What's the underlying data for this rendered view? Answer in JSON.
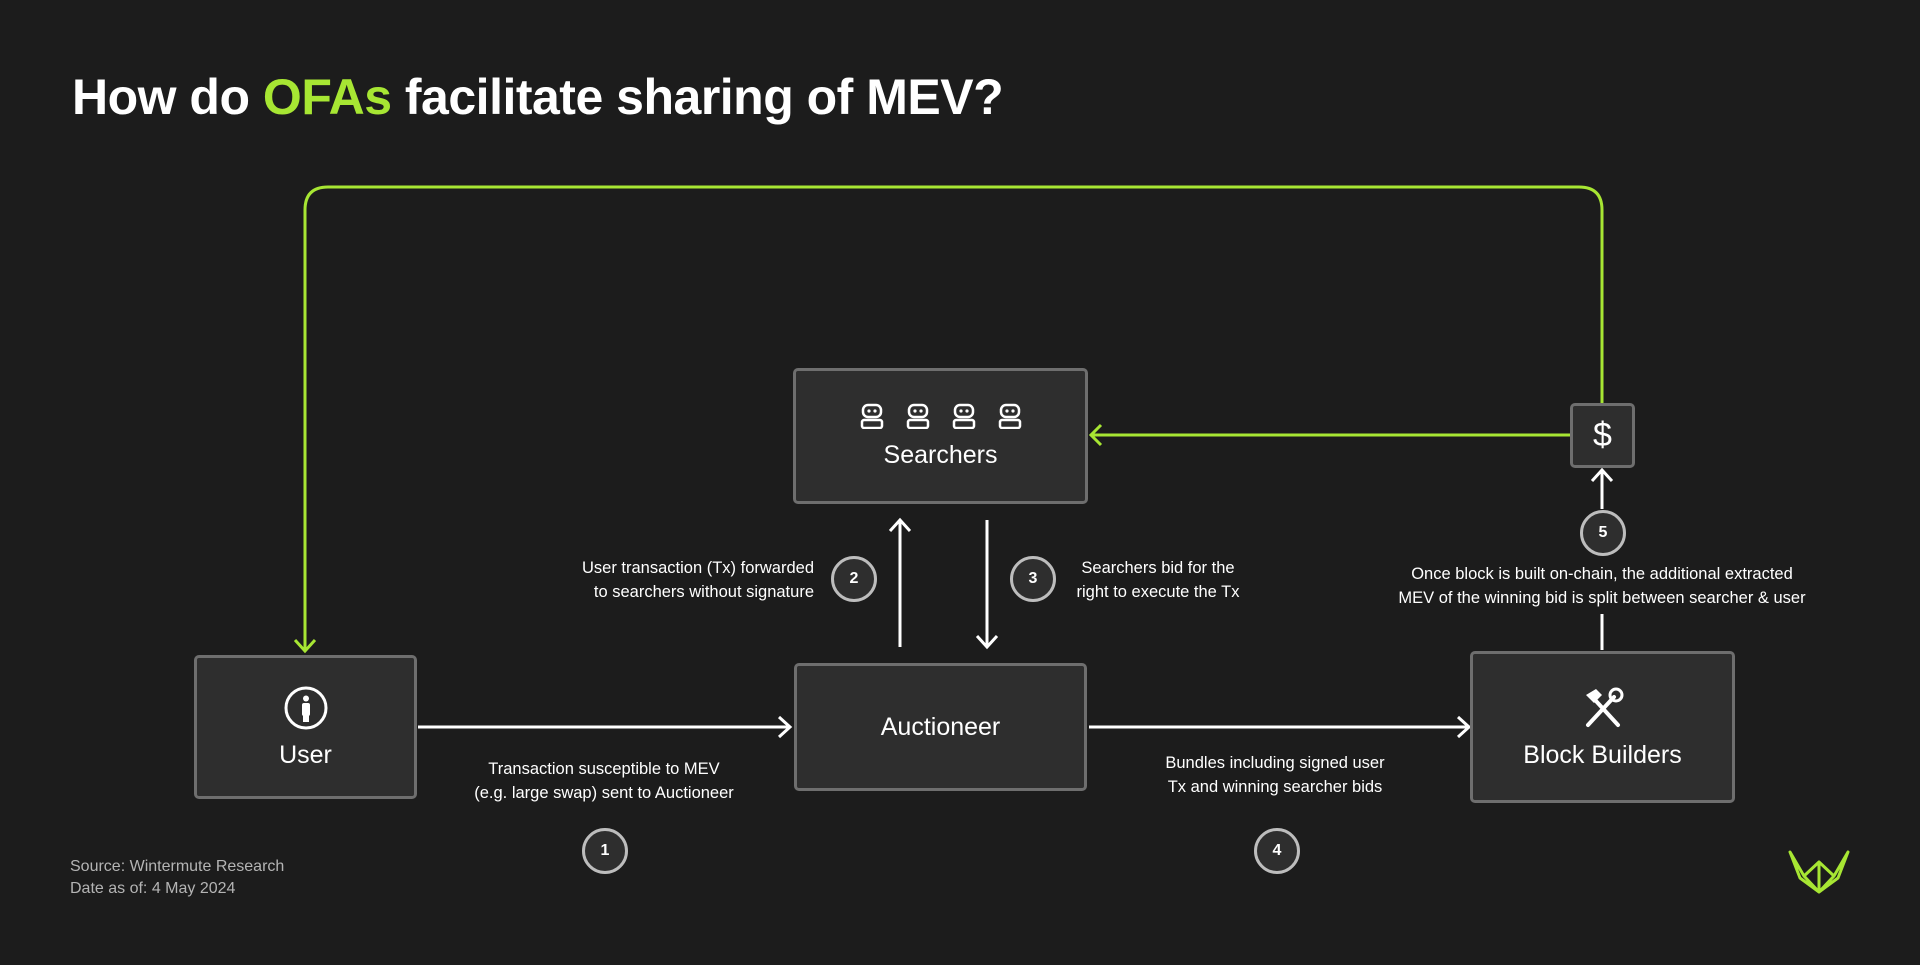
{
  "title": {
    "prefix": "How do ",
    "highlight": "OFAs",
    "suffix": " facilitate sharing of MEV?"
  },
  "colors": {
    "background": "#1c1c1c",
    "accent": "#a7e633",
    "box_fill": "#2e2e2e",
    "box_border": "#6e6e6e",
    "arrow": "#ffffff"
  },
  "nodes": {
    "searchers": {
      "label": "Searchers",
      "icon": "robot-icon"
    },
    "auctioneer": {
      "label": "Auctioneer"
    },
    "user": {
      "label": "User",
      "icon": "person-icon"
    },
    "builders": {
      "label": "Block Builders",
      "icon": "hammer-wrench-icon"
    },
    "dollar": {
      "label": "$",
      "icon": "dollar-icon"
    }
  },
  "steps": [
    {
      "number": "1",
      "lines": [
        "Transaction susceptible to MEV",
        "(e.g. large swap) sent to Auctioneer"
      ]
    },
    {
      "number": "2",
      "lines": [
        "User transaction (Tx) forwarded",
        "to searchers without signature"
      ]
    },
    {
      "number": "3",
      "lines": [
        "Searchers bid for the",
        "right to execute the Tx"
      ]
    },
    {
      "number": "4",
      "lines": [
        "Bundles including signed user",
        "Tx and winning searcher bids"
      ]
    },
    {
      "number": "5",
      "lines": [
        "Once block is built on-chain, the additional extracted",
        "MEV of the winning bid is split between searcher & user"
      ]
    }
  ],
  "footer": {
    "source": "Source: Wintermute Research",
    "date": "Date as of: 4 May 2024"
  },
  "logo": {
    "icon": "wintermute-logo-icon"
  }
}
